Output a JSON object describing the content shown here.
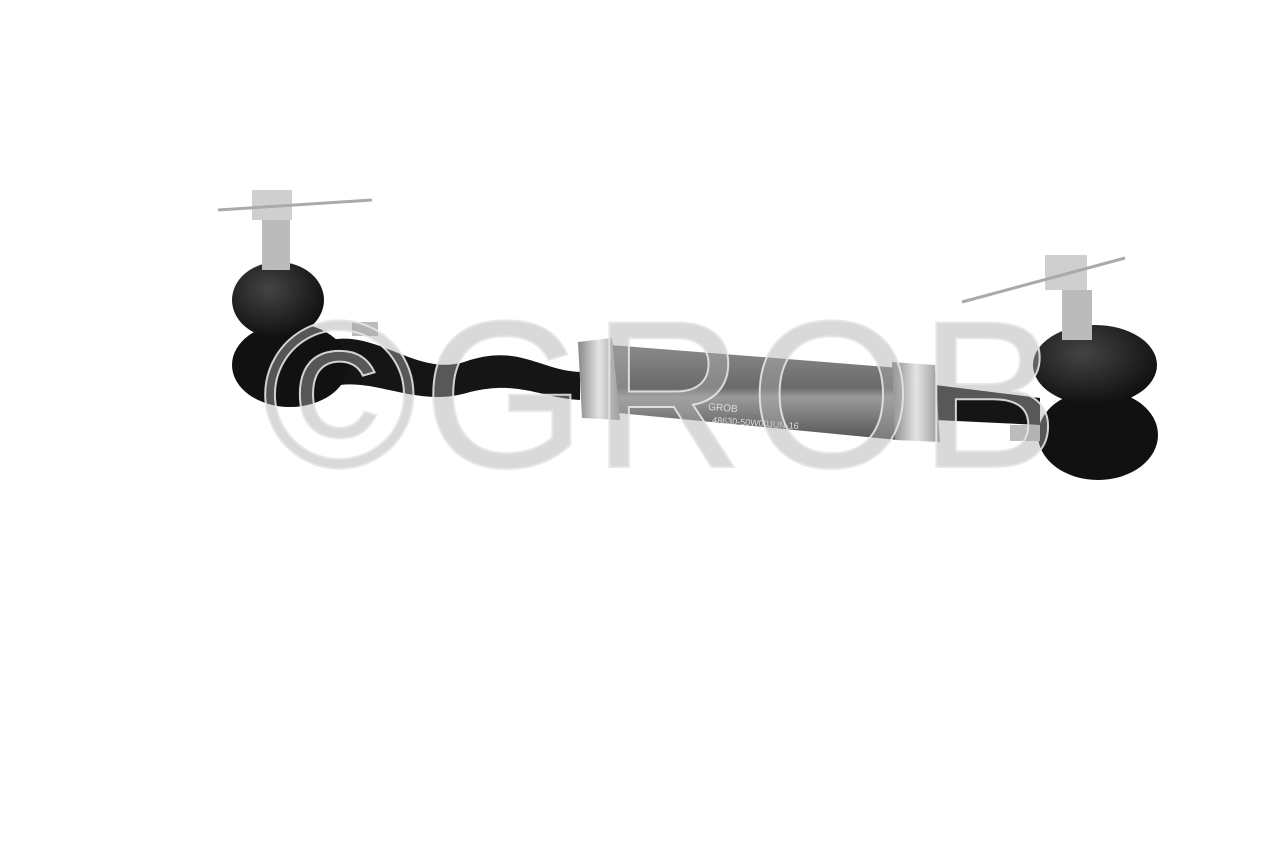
{
  "photo": {
    "subject": "tie-rod-assembly",
    "background_color": "#ffffff",
    "sleeve_markings": {
      "brand": "GROB",
      "part_number": "48630-50W00",
      "date_code": "JUN-16"
    },
    "watermark": "©GROB",
    "colors": {
      "rod": "#151515",
      "sleeve": "#6e6e6e",
      "nut": "#b8b8b8",
      "boot": "#1a1a1a"
    }
  }
}
